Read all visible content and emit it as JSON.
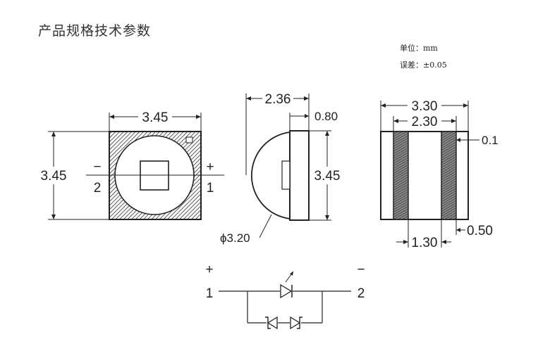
{
  "title": "产品规格技术参数",
  "unit_label": "单位：mm",
  "tolerance_label": "误差：±0.05",
  "top_view": {
    "width": "3.45",
    "height": "3.45",
    "neg_sign": "−",
    "neg_num": "2",
    "pos_sign": "+",
    "pos_num": "1"
  },
  "side_view": {
    "width": "2.36",
    "thickness": "0.80",
    "height": "3.45",
    "dome": "ϕ3.20"
  },
  "bottom_view": {
    "outer": "3.30",
    "inner": "2.30",
    "gap": "0.1",
    "pad_pitch": "1.30",
    "pad_width": "0.50"
  },
  "circuit": {
    "pos_sign": "+",
    "pos_num": "1",
    "neg_sign": "−",
    "neg_num": "2"
  }
}
